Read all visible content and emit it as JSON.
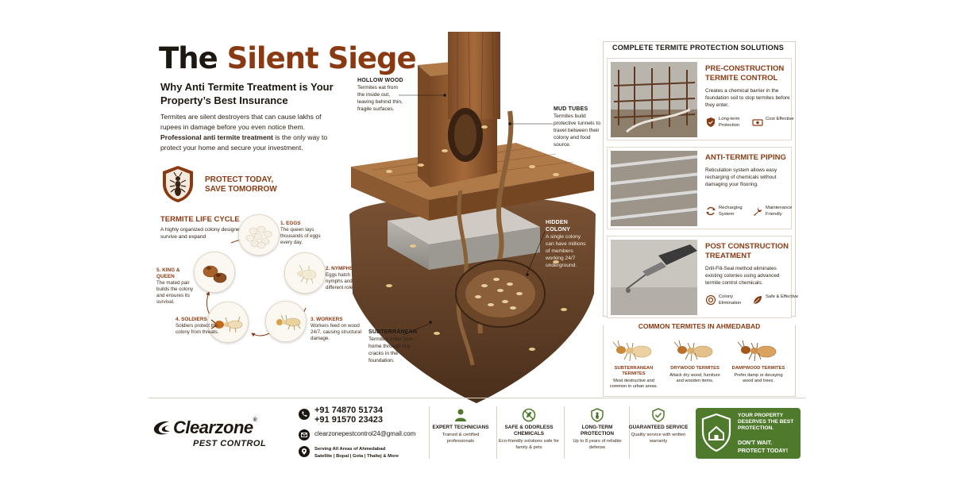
{
  "header": {
    "title_part1": "The",
    "title_part2": "Silent Siege",
    "subtitle": "Why Anti Termite Treatment is Your Property’s Best Insurance",
    "intro_1": "Termites are silent destroyers that can cause lakhs of rupees in damage before you even notice them. ",
    "intro_bold": "Professional anti termite treatment",
    "intro_2": " is the only way to protect your home and secure your investment.",
    "protect_line1": "PROTECT TODAY,",
    "protect_line2": "SAVE TOMORROW"
  },
  "lifecycle": {
    "title": "TERMITE LIFE CYCLE",
    "subtitle": "A highly organized colony designed to survive and expand",
    "stages": [
      {
        "name": "1. EGGS",
        "desc": "The queen lays thousands of eggs every day."
      },
      {
        "name": "2. NYMPHS",
        "desc": "Eggs hatch into nymphs and develop different roles."
      },
      {
        "name": "3. WORKERS",
        "desc": "Workers feed on wood 24/7, causing structural damage."
      },
      {
        "name": "4. SOLDIERS",
        "desc": "Soldiers protect the colony from threats."
      },
      {
        "name": "5. KING & QUEEN",
        "desc": "The mated pair builds the colony and ensures its survival."
      }
    ]
  },
  "illustration": {
    "callouts": [
      {
        "name": "HOLLOW WOOD",
        "desc": "Termites eat from the inside out, leaving behind thin, fragile surfaces."
      },
      {
        "name": "MUD TUBES",
        "desc": "Termites build protective tunnels to travel between their colony and food source."
      },
      {
        "name": "HIDDEN COLONY",
        "desc": "A single colony can have millions of members working 24/7 underground."
      },
      {
        "name": "SUBTERRANEAN",
        "desc": "Termites enter your home through tiny cracks in the foundation."
      }
    ]
  },
  "solutions": {
    "title": "COMPLETE TERMITE PROTECTION SOLUTIONS",
    "cards": [
      {
        "title": "PRE-CONSTRUCTION TERMITE CONTROL",
        "desc": "Creates a chemical barrier in the foundation soil to stop termites before they enter.",
        "features": [
          "Long-term Protection",
          "Cost Effective"
        ]
      },
      {
        "title": "ANTI-TERMITE PIPING",
        "desc": "Reticulation system allows easy recharging of chemicals without damaging your flooring.",
        "features": [
          "Recharging System",
          "Maintenance Friendly"
        ]
      },
      {
        "title": "POST CONSTRUCTION TREATMENT",
        "desc": "Drill-Fill-Seal method eliminates existing colonies using advanced termite control chemicals.",
        "features": [
          "Colony Elimination",
          "Safe & Effective"
        ]
      }
    ]
  },
  "termites": {
    "title": "COMMON TERMITES IN AHMEDABAD",
    "items": [
      {
        "name": "SUBTERRANEAN TERMITES",
        "desc": "Most destructive and common in urban areas."
      },
      {
        "name": "DRYWOOD TERMITES",
        "desc": "Attack dry wood, furniture and wooden items."
      },
      {
        "name": "DAMPWOOD TERMITES",
        "desc": "Prefer damp or decaying wood and trees."
      }
    ]
  },
  "footer": {
    "logo_word": "Clearzone",
    "logo_sub": "PEST CONTROL",
    "phone1": "+91 74870 51734",
    "phone2": "+91 91570 23423",
    "email": "clearzonepestcontrol24@gmail.com",
    "area_line1": "Serving All Areas of Ahmedabad",
    "area_line2": "Satellite | Bopal | Gota | Thaltej & More",
    "features": [
      {
        "title": "EXPERT TECHNICIANS",
        "desc": "Trained & certified professionals"
      },
      {
        "title": "SAFE & ODORLESS CHEMICALS",
        "desc": "Eco-friendly solutions safe for family & pets"
      },
      {
        "title": "LONG-TERM PROTECTION",
        "desc": "Up to 8 years of reliable defense"
      },
      {
        "title": "GUARANTEED SERVICE",
        "desc": "Quality service with written warranty"
      }
    ],
    "cta_line1": "YOUR PROPERTY DESERVES THE BEST PROTECTION.",
    "cta_line2": "DON'T WAIT. PROTECT TODAY!"
  },
  "colors": {
    "accent_brown": "#8a3a12",
    "cta_green": "#4f7a2c",
    "text_dark": "#1d1712"
  }
}
